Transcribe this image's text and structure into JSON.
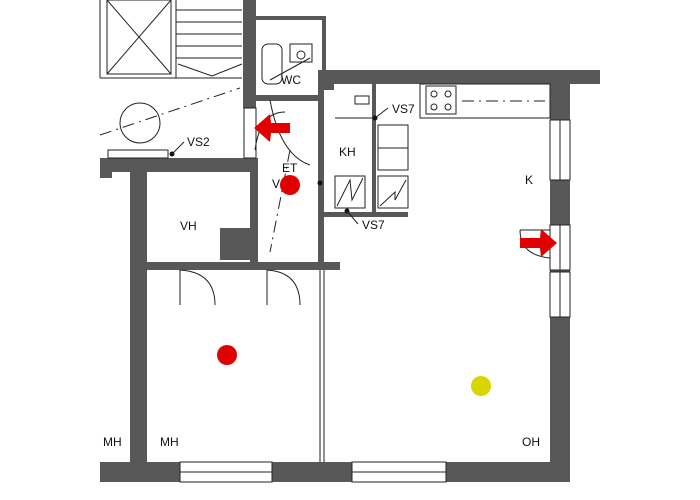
{
  "rooms": {
    "wc": "WC",
    "kh": "KH",
    "vh": "VH",
    "k": "K",
    "mh_left": "MH",
    "mh_inner": "MH",
    "oh": "OH",
    "et": "ET",
    "v": "V"
  },
  "markers": {
    "vs2": "VS2",
    "vs7_top": "VS7",
    "vs7_bottom": "VS7"
  },
  "colors": {
    "wall": "#585858",
    "arrow": "#e00000",
    "dot_red": "#e00000",
    "dot_yellow": "#d6d600"
  }
}
